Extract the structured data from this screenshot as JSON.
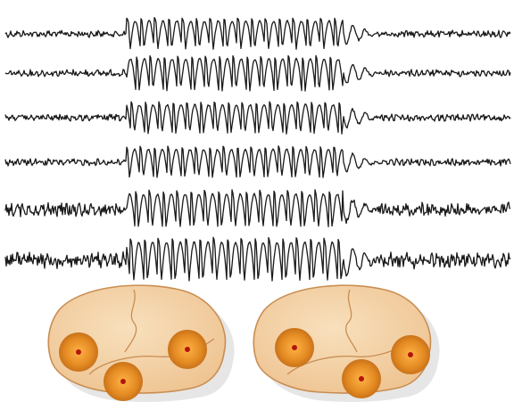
{
  "figure": {
    "channel_count": 6,
    "seizure_style": "generalized spike-wave discharge across all channels",
    "colors": {
      "trace": "#1a1a1a",
      "brain_fill": "#f2d0a4",
      "brain_outline": "#c98e52",
      "brain_shadow": "#d9d9d9",
      "electrode_outer": "#d9821d",
      "electrode_inner": "#ffb347",
      "electrode_center": "#b3160d"
    },
    "brains": [
      {
        "name": "brain-left-hemisphere",
        "electrode_count": 3
      },
      {
        "name": "brain-right-hemisphere",
        "electrode_count": 3
      }
    ]
  }
}
